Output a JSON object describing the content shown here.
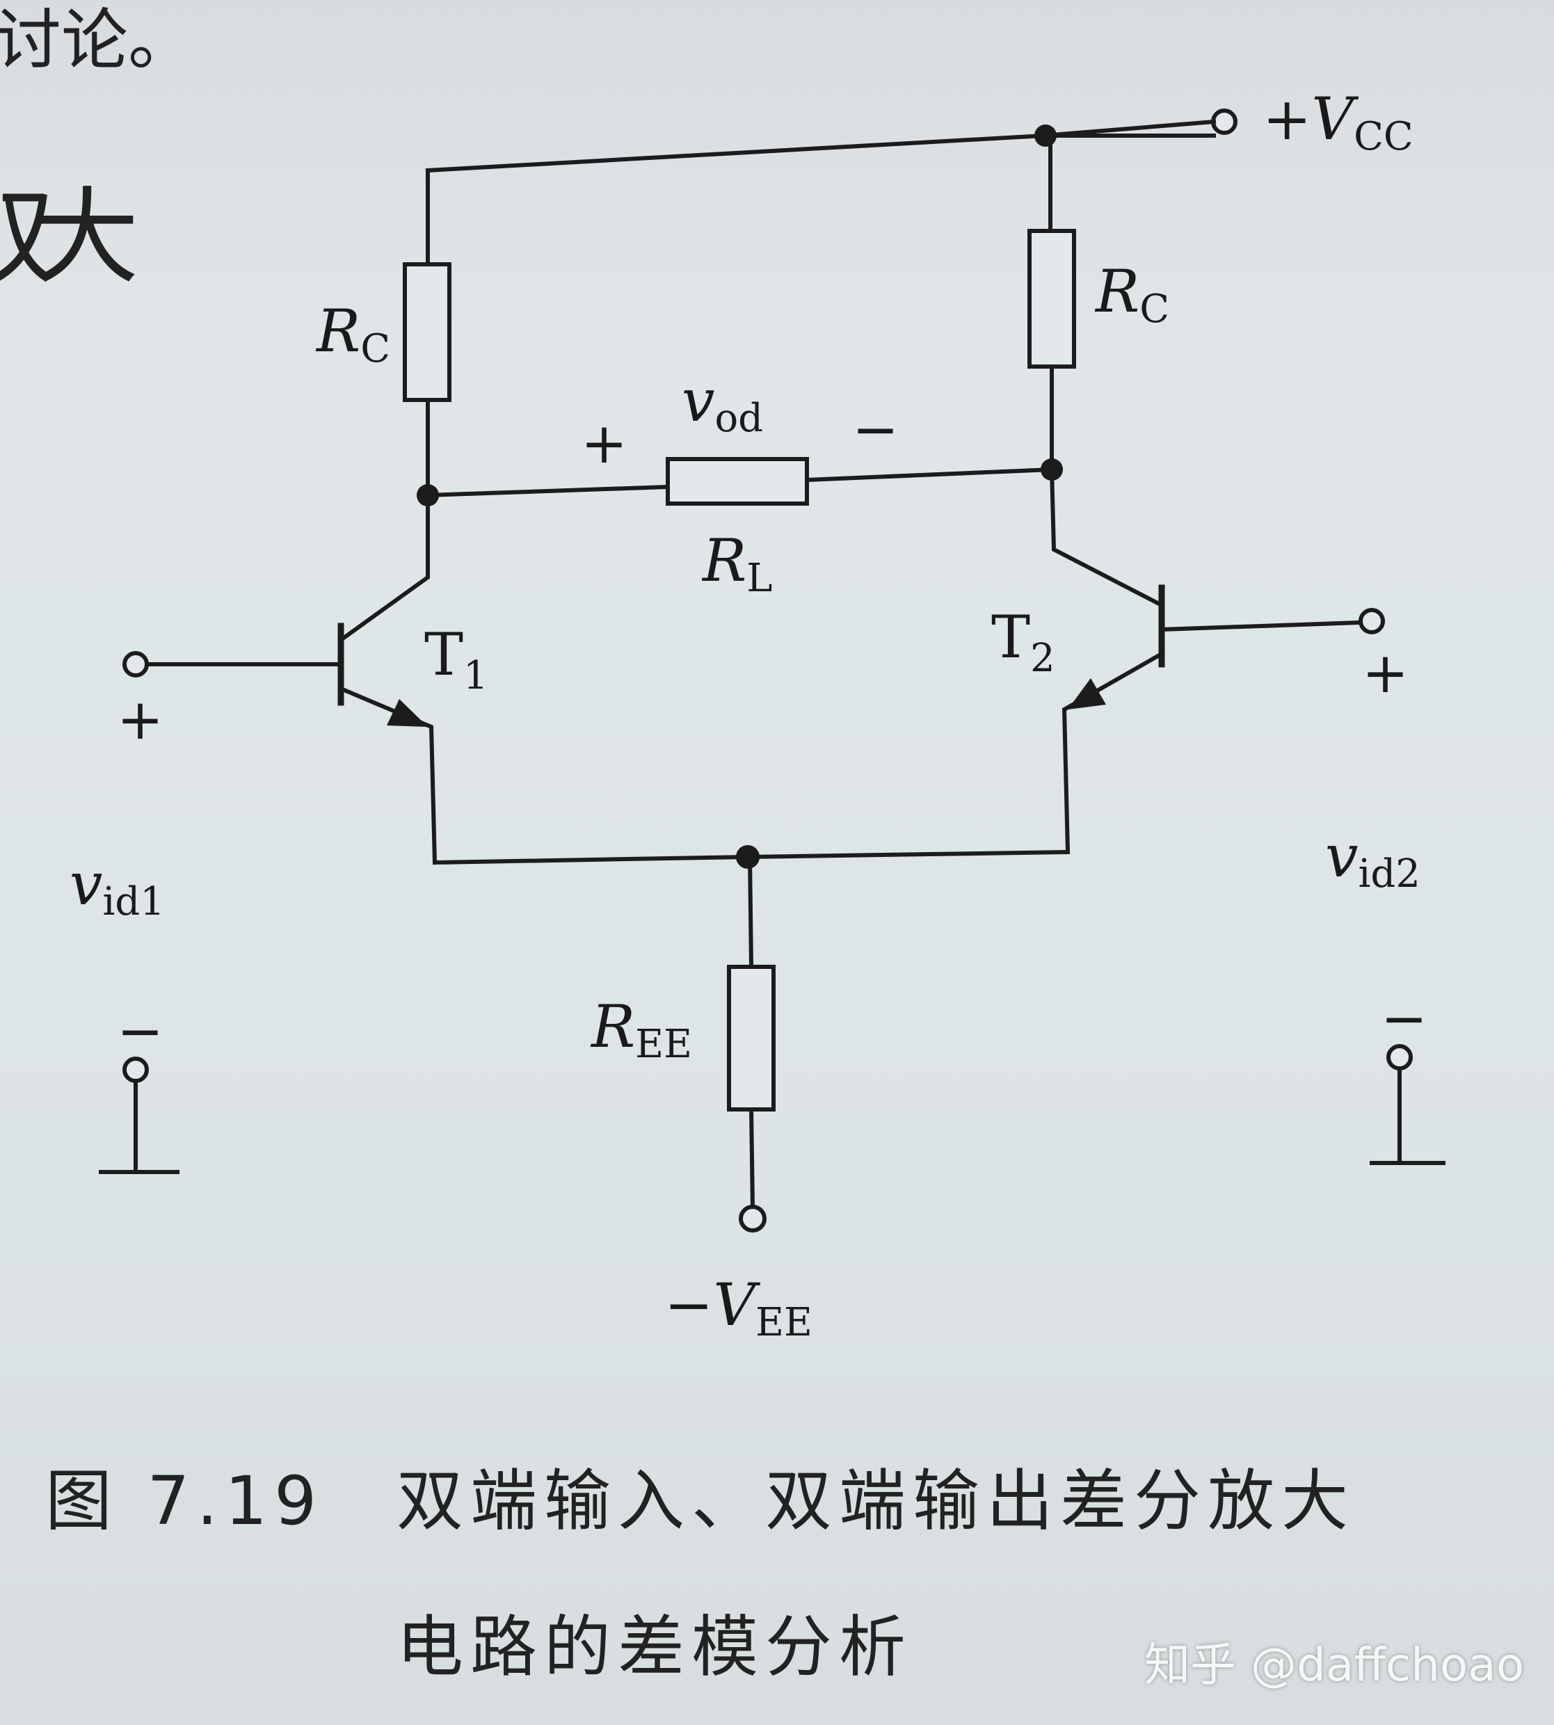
{
  "page_fragments": {
    "top_left": "讨论。",
    "left_heading": "双大"
  },
  "circuit": {
    "supply_positive": {
      "sign": "+",
      "symbol": "V",
      "subscript": "CC"
    },
    "supply_negative": {
      "sign": "−",
      "symbol": "V",
      "subscript": "EE"
    },
    "rc_left": {
      "symbol": "R",
      "subscript": "C"
    },
    "rc_right": {
      "symbol": "R",
      "subscript": "C"
    },
    "rl": {
      "symbol": "R",
      "subscript": "L"
    },
    "ree": {
      "symbol": "R",
      "subscript": "EE"
    },
    "vod": {
      "symbol": "v",
      "subscript": "od",
      "plus": "+",
      "minus": "−"
    },
    "t1": {
      "symbol": "T",
      "subscript": "1"
    },
    "t2": {
      "symbol": "T",
      "subscript": "2"
    },
    "vid1": {
      "symbol": "v",
      "subscript": "id1",
      "plus": "+",
      "minus": "−"
    },
    "vid2": {
      "symbol": "v",
      "subscript": "id2",
      "plus": "+",
      "minus": "−"
    }
  },
  "caption": {
    "label": "图 7.19",
    "line1": "双端输入、双端输出差分放大",
    "line2": "电路的差模分析"
  },
  "watermark": "知乎 @daffchoao"
}
